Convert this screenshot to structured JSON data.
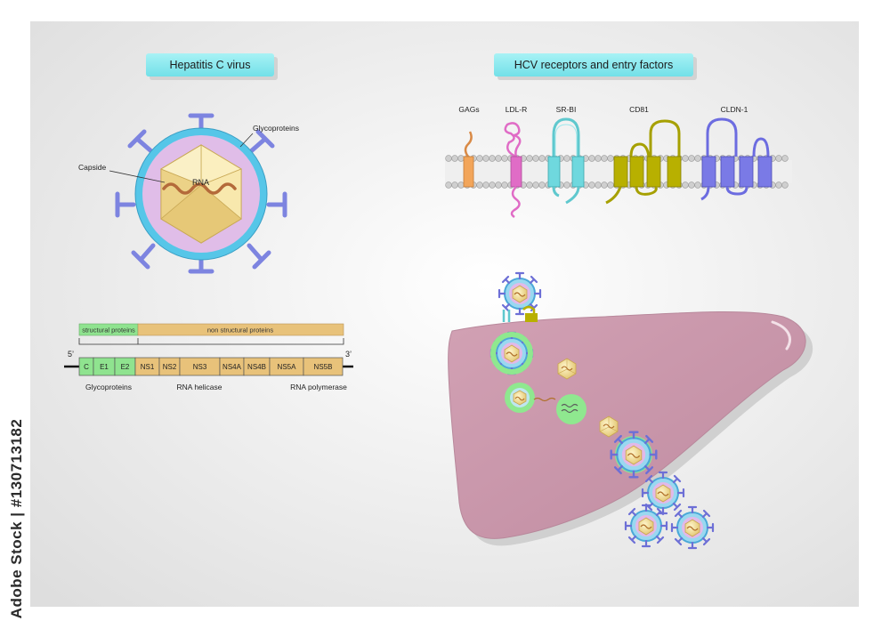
{
  "titles": {
    "hcv": "Hepatitis C virus",
    "receptors": "HCV receptors and entry factors"
  },
  "virion": {
    "glycoproteins_label": "Glycoproteins",
    "capside_label": "Capside",
    "rna_label": "RNA"
  },
  "genome": {
    "five_prime": "5’",
    "three_prime": "3’",
    "structural_label": "structural proteins",
    "nonstructural_label": "non structural proteins",
    "segments": [
      "C",
      "E1",
      "E2",
      "NS1",
      "NS2",
      "NS3",
      "NS4A",
      "NS4B",
      "NS5A",
      "NS5B"
    ],
    "annotations": {
      "glycoproteins": "Glycoproteins",
      "rna_helicase": "RNA helicase",
      "rna_polymerase": "RNA polymerase"
    }
  },
  "receptors": {
    "labels": [
      "GAGs",
      "LDL-R",
      "SR-BI",
      "CD81",
      "CLDN-1"
    ]
  },
  "stock_id": "Adobe Stock | #130713182",
  "colors": {
    "title_box": "#7ee4ec",
    "liver": "#c796a9",
    "envelope": "#56c6e8",
    "glycoprotein": "#7d84e0",
    "structural": "#8fe38f",
    "nonstructural": "#e8c27a",
    "gags": "#f2a55a",
    "ldlr": "#e06cc6",
    "srbi": "#6fd8de",
    "cd81": "#b8b000",
    "cldn1": "#7a7ae6"
  }
}
